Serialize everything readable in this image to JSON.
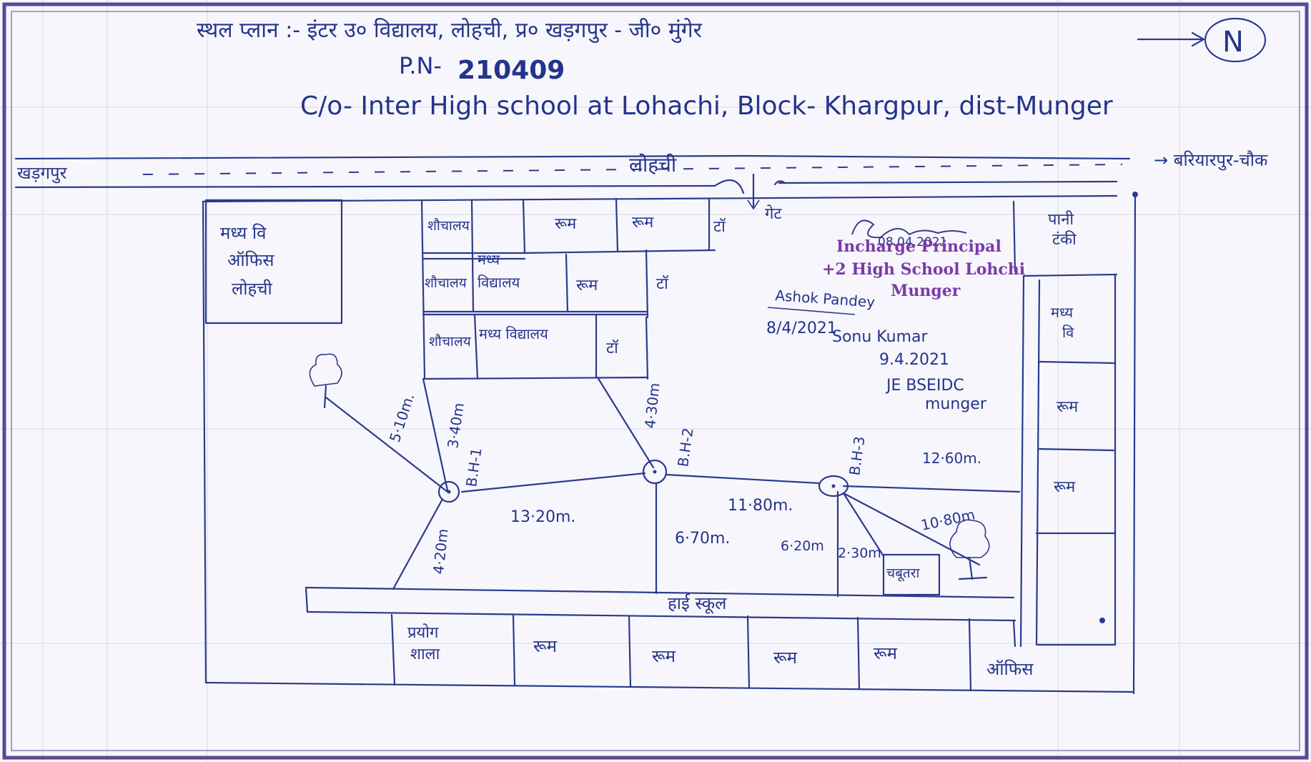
{
  "header": {
    "site_plan_line": "स्थल प्लान :- इंटर उ० विद्यालय, लोहची, प्र० खड़गपुर - जी० मुंगेर",
    "pn_label": "P.N-",
    "pn_value": "210409",
    "clo_line": "C/o- Inter High school at Lohachi, Block- Khargpur, dist-Munger",
    "north": "N"
  },
  "road": {
    "left_end": "खड़गपुर",
    "center": "लोहची",
    "right_end": "→ बरियारपुर-चौक",
    "gate": "गेट"
  },
  "rooms": {
    "office_left": [
      "मध्य वि",
      "ऑफिस",
      "लोहची"
    ],
    "shauchalay_top": "शौचालय",
    "room_top_1": "रूम",
    "room_top_2": "रूम",
    "toilet_1": "टॉ",
    "madhya_label": "मध्य",
    "shauchalay_mid": "शौचालय",
    "vidyalay_mid": "विद्यालय",
    "room_mid": "रूम",
    "toilet_2": "टॉ",
    "shauchalay_low": "शौचालय",
    "madhya_vidyalay_low": "मध्य विद्यालय",
    "toilet_3": "टॉ",
    "pani_tanki": [
      "पानी",
      "टंकी"
    ],
    "right_madhya": [
      "मध्य",
      "वि"
    ],
    "right_room_1": "रूम",
    "right_room_2": "रूम",
    "high_school": "हाई स्कूल",
    "prayogshala": [
      "प्रयोग",
      "शाला"
    ],
    "bottom_room_1": "रूम",
    "bottom_room_2": "रूम",
    "bottom_room_3": "रूम",
    "bottom_room_4": "रूम",
    "office_bottom": "ऑफिस",
    "chabutra": "चबूतरा"
  },
  "boreholes": {
    "bh1": "B.H-1",
    "bh2": "B.H-2",
    "bh3": "B.H-3"
  },
  "measurements": {
    "m_5_10": "5·10m.",
    "m_3_40": "3·40m",
    "m_4_30": "4·30m",
    "m_13_20": "13·20m.",
    "m_11_80": "11·80m.",
    "m_4_20": "4·20m",
    "m_6_70": "6·70m.",
    "m_6_20": "6·20m",
    "m_2_30": "2·30m",
    "m_10_80": "10·80m",
    "m_12_60": "12·60m."
  },
  "stamp": {
    "signature_date": "08.04.2021",
    "line1": "Incharge Principal",
    "line2": "+2 High School Lohchi",
    "line3": "Munger"
  },
  "signatories": {
    "ashok": "Ashok Pandey",
    "ashok_date": "8/4/2021",
    "sonu": "Sonu Kumar",
    "sonu_date": "9.4.2021",
    "je": "JE BSEIDC",
    "je_place": "munger"
  },
  "colors": {
    "ink": "#2b3a8c",
    "stamp": "#7a3aa8",
    "frame": "#5b4a8f",
    "paper": "#f7f6fc"
  }
}
